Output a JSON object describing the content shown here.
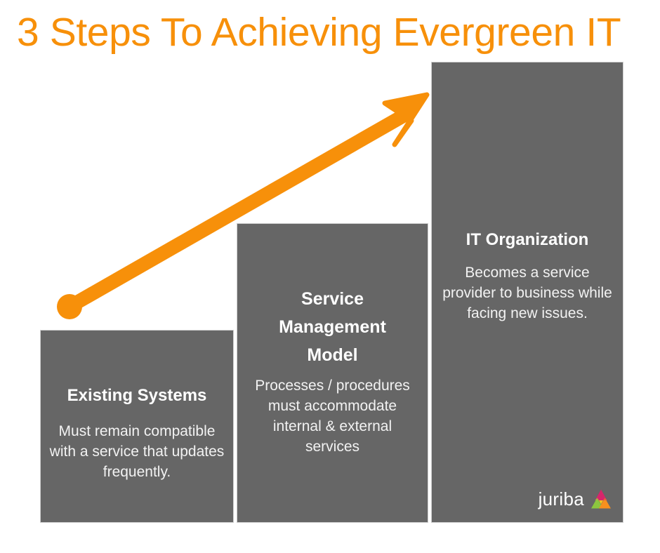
{
  "title": "3 Steps To Achieving Evergreen IT",
  "colors": {
    "accent_orange": "#F7900A",
    "bar_gray": "#666666",
    "background": "#FFFFFF",
    "heading_text": "#FFFFFF",
    "body_text": "#F2F2F2",
    "logo_pink": "#D6266B",
    "logo_green": "#8CC63F",
    "logo_orange": "#F7901E",
    "logo_yellow": "#F4C51C"
  },
  "chart_data": {
    "type": "bar",
    "title": "3 Steps To Achieving Evergreen IT",
    "xlabel": "",
    "ylabel": "",
    "categories": [
      "Existing Systems",
      "Service Management Model",
      "IT Organization"
    ],
    "values": [
      275,
      427,
      657
    ],
    "value_units": "relative step height (px)",
    "grid": false,
    "legend": false,
    "annotations": [
      {
        "type": "arrow",
        "label": "growth arrow",
        "from": [
          99,
          437
        ],
        "to": [
          608,
          135
        ],
        "color": "#F7900A"
      }
    ]
  },
  "steps": [
    {
      "id": "existing-systems",
      "heading": "Existing Systems",
      "body": "Must remain compatible with a service that updates frequently."
    },
    {
      "id": "service-management-model",
      "heading": "Service Management Model",
      "body": "Processes / procedures must accommodate internal & external services"
    },
    {
      "id": "it-organization",
      "heading": "IT Organization",
      "body": "Becomes a service provider to business while facing new issues."
    }
  ],
  "logo": {
    "wordmark": "juriba",
    "mark_name": "juriba-trefoil-icon"
  }
}
